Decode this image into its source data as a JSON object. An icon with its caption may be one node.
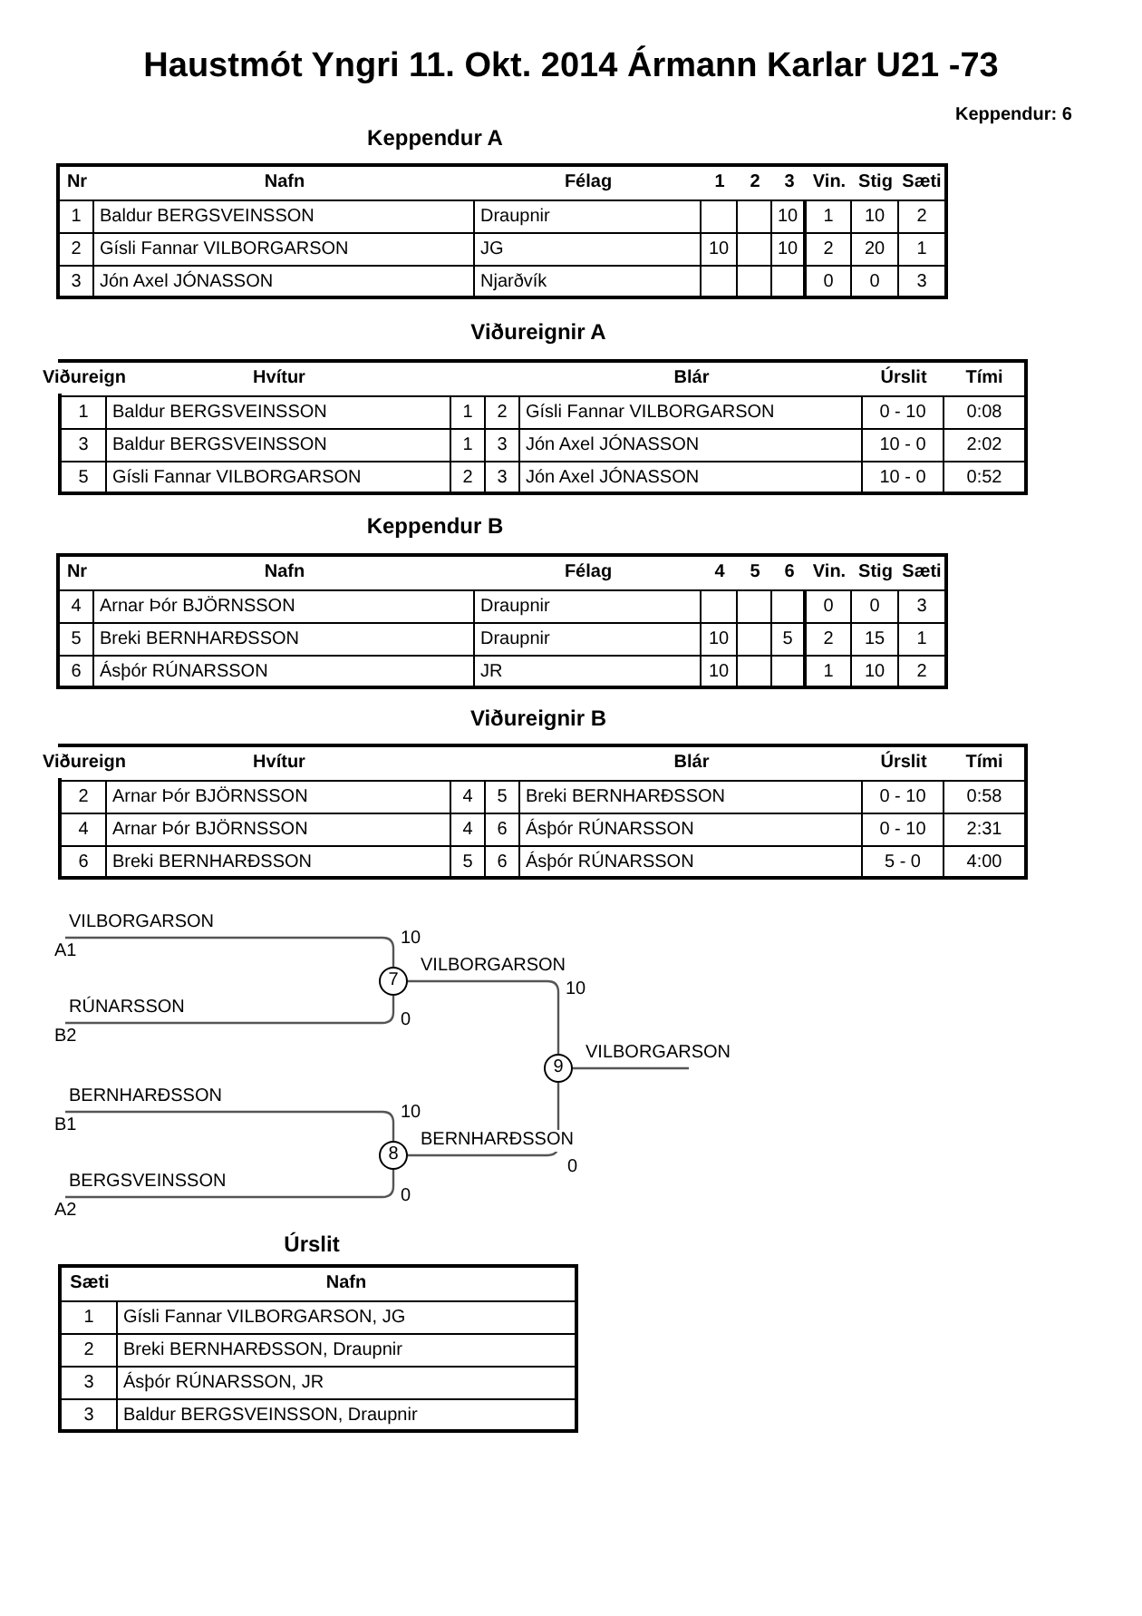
{
  "diagram": {
    "title": "Haustmót Yngri 11. Okt. 2014 Ármann Karlar U21 -73",
    "nodes": [
      {
        "text": [
          "VILBORGARSON"
        ],
        "beside": [
          "A1"
        ]
      },
      {
        "text": [
          "RÚNARSSON"
        ],
        "beside": [
          "B2"
        ]
      },
      {
        "text": [
          "BERNHARÐSSON"
        ],
        "beside": [
          "B1"
        ]
      },
      {
        "text": [
          "BERGSVEINSSON"
        ],
        "beside": [
          "A2"
        ]
      },
      {
        "text": [
          "7"
        ]
      },
      {
        "text": [
          "8"
        ]
      },
      {
        "text": [
          "9"
        ]
      },
      {
        "text": [
          "VILBORGARSON"
        ]
      }
    ],
    "edges": [
      {
        "from": 0,
        "to": 4,
        "arrow": "none",
        "label": "10"
      },
      {
        "from": 1,
        "to": 4,
        "arrow": "none",
        "label": "0"
      },
      {
        "from": 2,
        "to": 5,
        "arrow": "none",
        "label": "10"
      },
      {
        "from": 3,
        "to": 5,
        "arrow": "none",
        "label": "0"
      },
      {
        "from": 4,
        "to": 6,
        "arrow": "none",
        "label": "VILBORGARSON"
      },
      {
        "from": 5,
        "to": 6,
        "arrow": "none",
        "label": "BERNHARÐSSON"
      },
      {
        "from": 6,
        "to": 7,
        "arrow": "none"
      }
    ],
    "labels": [
      "Keppendur: 6",
      "Keppendur A",
      "Nr",
      "Nafn",
      "Félag",
      "1",
      "2",
      "3",
      "Vin.",
      "Stig",
      "Sæti",
      "1",
      "Baldur BERGSVEINSSON",
      "Draupnir",
      "10",
      "1",
      "10",
      "2",
      "2",
      "Gísli Fannar VILBORGARSON",
      "JG",
      "10",
      "10",
      "2",
      "20",
      "1",
      "3",
      "Jón Axel JÓNASSON",
      "Njarðvík",
      "0",
      "0",
      "3",
      "Viðureignir A",
      "Viðureign",
      "Hvítur",
      "Blár",
      "Úrslit",
      "Tími",
      "1",
      "Baldur BERGSVEINSSON",
      "1",
      "2",
      "Gísli Fannar VILBORGARSON",
      "0 - 10",
      "0:08",
      "3",
      "Baldur BERGSVEINSSON",
      "1",
      "3",
      "Jón Axel JÓNASSON",
      "10 - 0",
      "2:02",
      "5",
      "Gísli Fannar VILBORGARSON",
      "2",
      "3",
      "Jón Axel JÓNASSON",
      "10 - 0",
      "0:52",
      "Keppendur B",
      "Nr",
      "Nafn",
      "Félag",
      "4",
      "5",
      "6",
      "Vin.",
      "Stig",
      "Sæti",
      "4",
      "Arnar Þór BJÖRNSSON",
      "Draupnir",
      "0",
      "0",
      "3",
      "5",
      "Breki BERNHARÐSSON",
      "Draupnir",
      "10",
      "5",
      "2",
      "15",
      "1",
      "6",
      "Ásþór RÚNARSSON",
      "JR",
      "10",
      "1",
      "10",
      "2",
      "Viðureignir B",
      "Viðureign",
      "Hvítur",
      "Blár",
      "Úrslit",
      "Tími",
      "2",
      "Arnar Þór BJÖRNSSON",
      "4",
      "5",
      "Breki BERNHARÐSSON",
      "0 - 10",
      "0:58",
      "4",
      "Arnar Þór BJÖRNSSON",
      "4",
      "6",
      "Ásþór RÚNARSSON",
      "0 - 10",
      "2:31",
      "6",
      "Breki BERNHARÐSSON",
      "5",
      "6",
      "Ásþór RÚNARSSON",
      "5 - 0",
      "4:00",
      "10",
      "0",
      "Úrslit",
      "Sæti",
      "Nafn",
      "1",
      "Gísli Fannar VILBORGARSON, JG",
      "2",
      "Breki BERNHARÐSSON, Draupnir",
      "3",
      "Ásþór RÚNARSSON, JR",
      "3",
      "Baldur BERGSVEINSSON, Draupnir"
    ]
  }
}
